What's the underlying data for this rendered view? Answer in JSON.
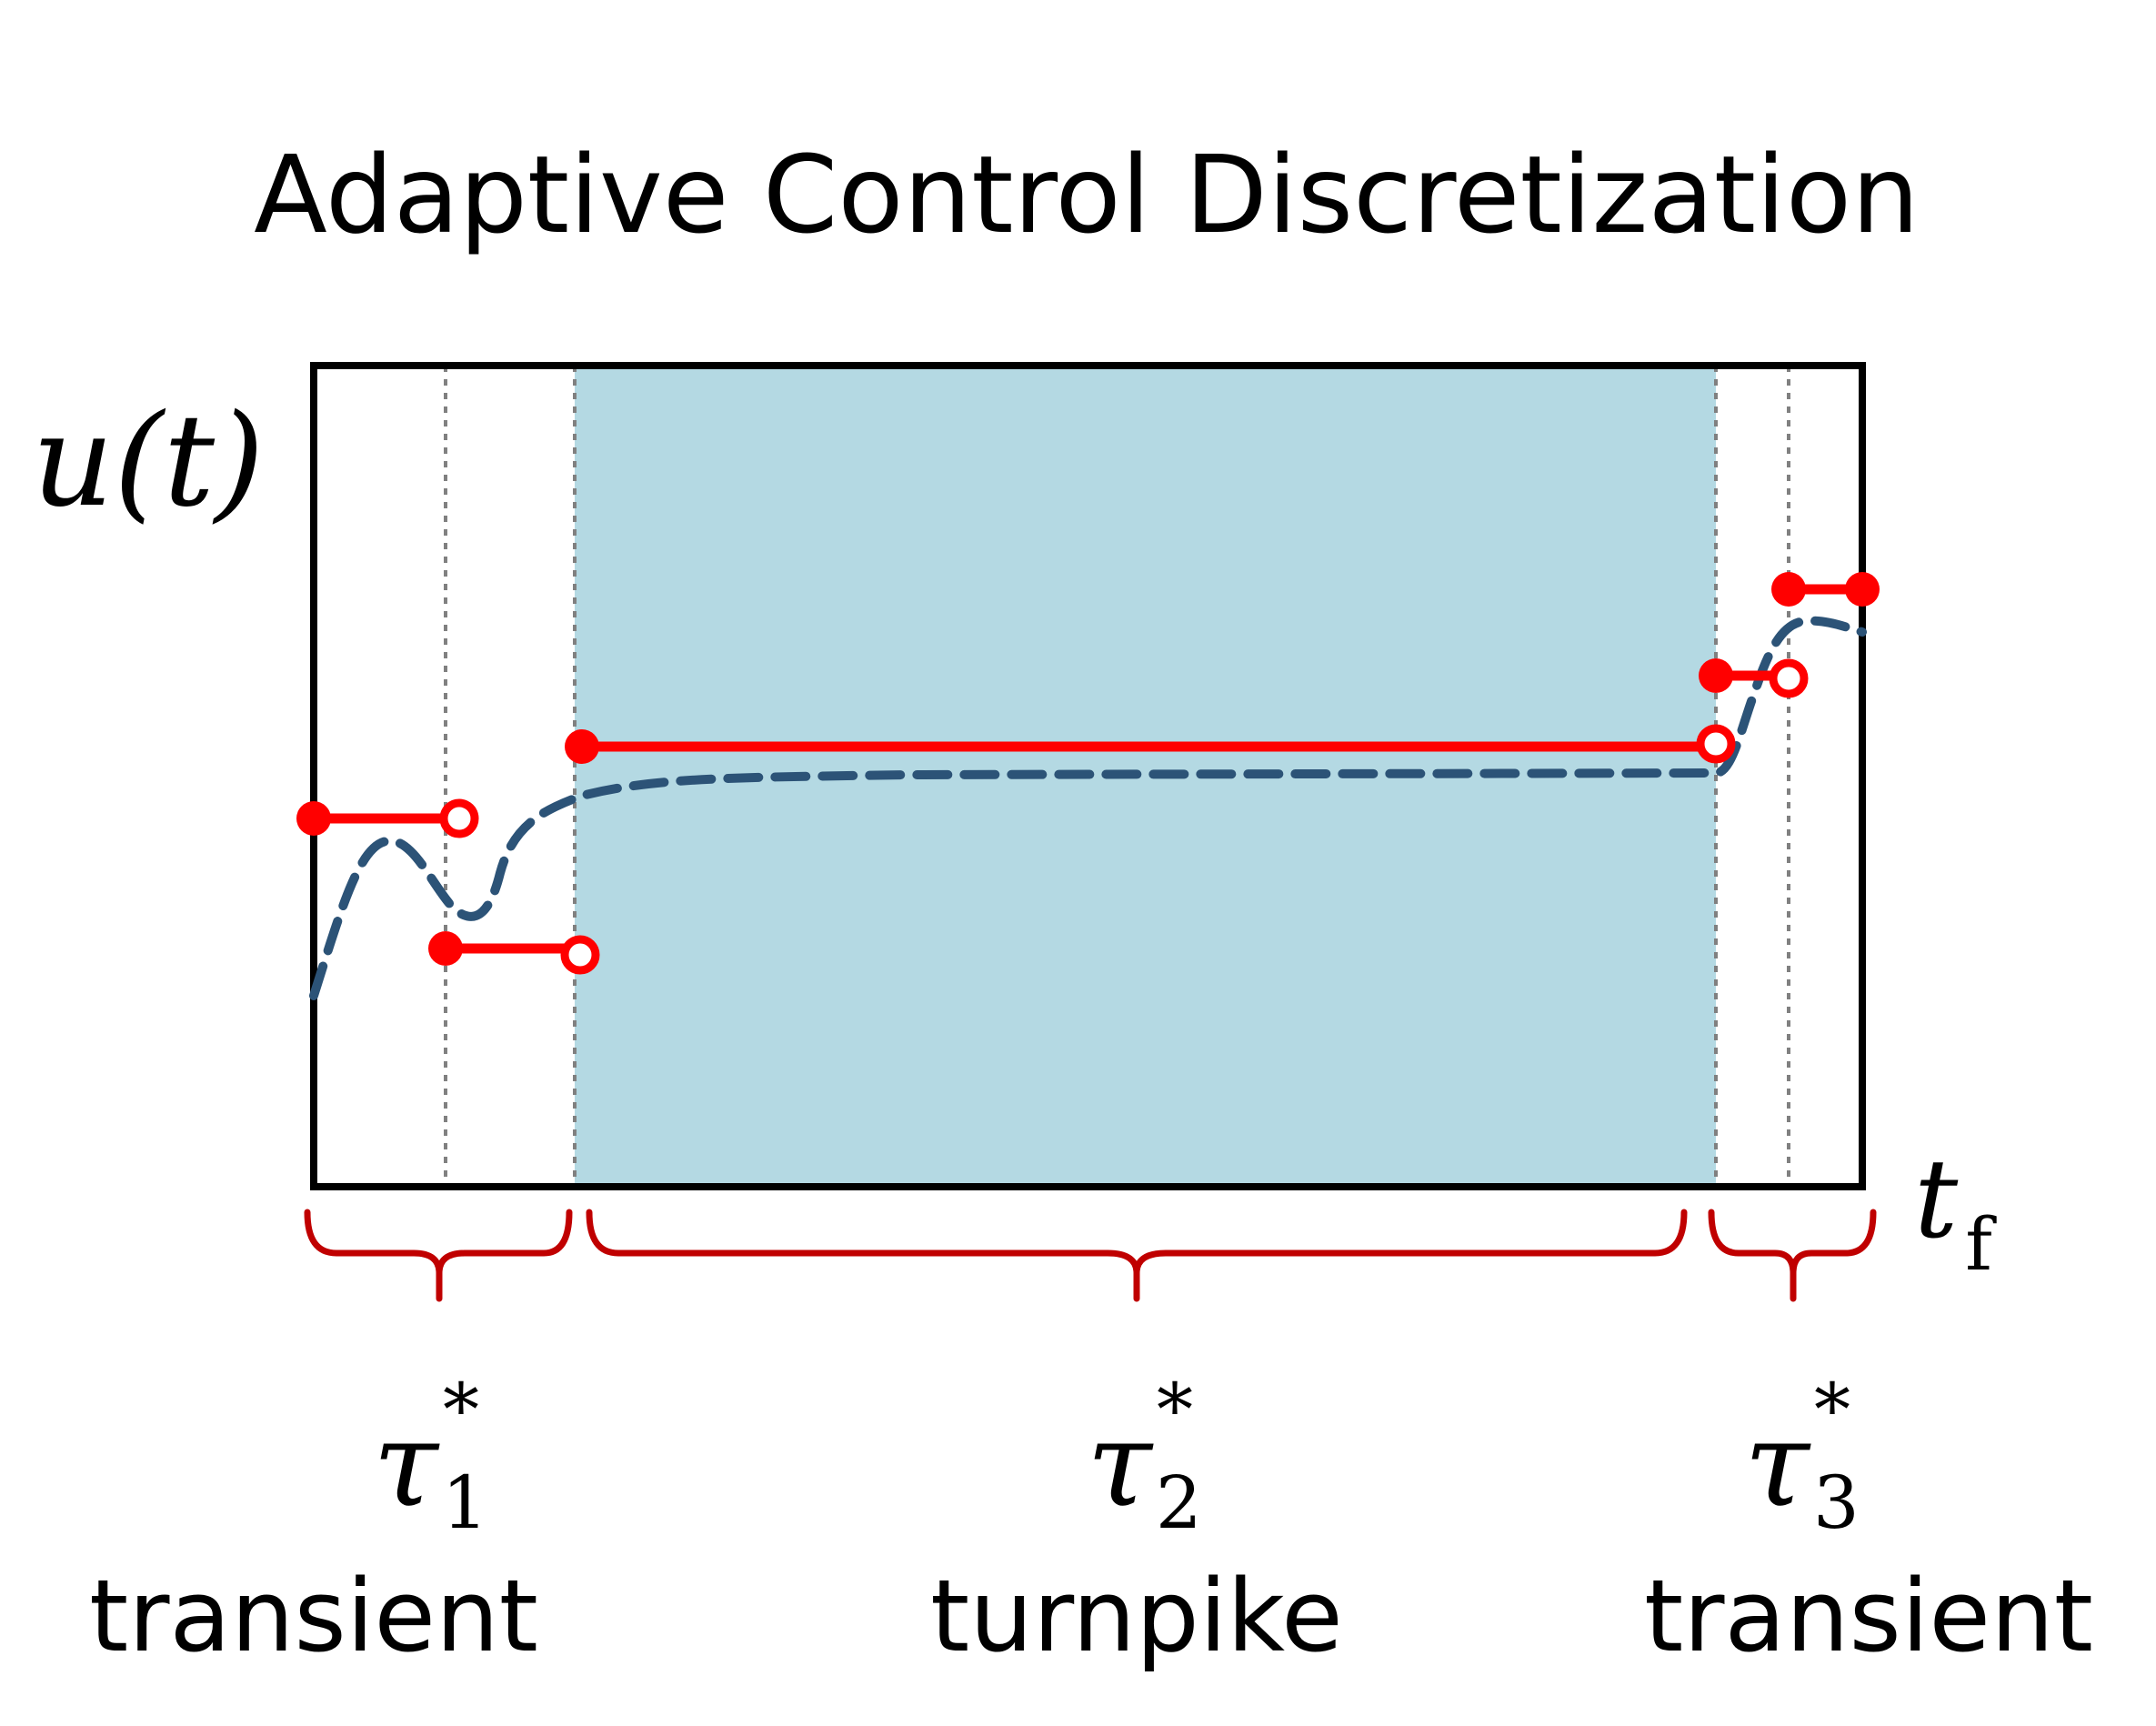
{
  "title": "Adaptive Control Discretization",
  "y_label": "u(t)",
  "end_label": {
    "main": "t",
    "sub": "f"
  },
  "colors": {
    "frame": "#000000",
    "turnpike_fill": "#b4d9e3",
    "control_red": "#ff0000",
    "brace": "#c00000",
    "trajectory": "#2c5377",
    "gridline": "#808080"
  },
  "segments": [
    {
      "symbol": "τ",
      "subscript": "1",
      "superscript": "*",
      "label": "transient"
    },
    {
      "symbol": "τ",
      "subscript": "2",
      "superscript": "*",
      "label": "turnpike"
    },
    {
      "symbol": "τ",
      "subscript": "3",
      "superscript": "*",
      "label": "transient"
    }
  ]
}
